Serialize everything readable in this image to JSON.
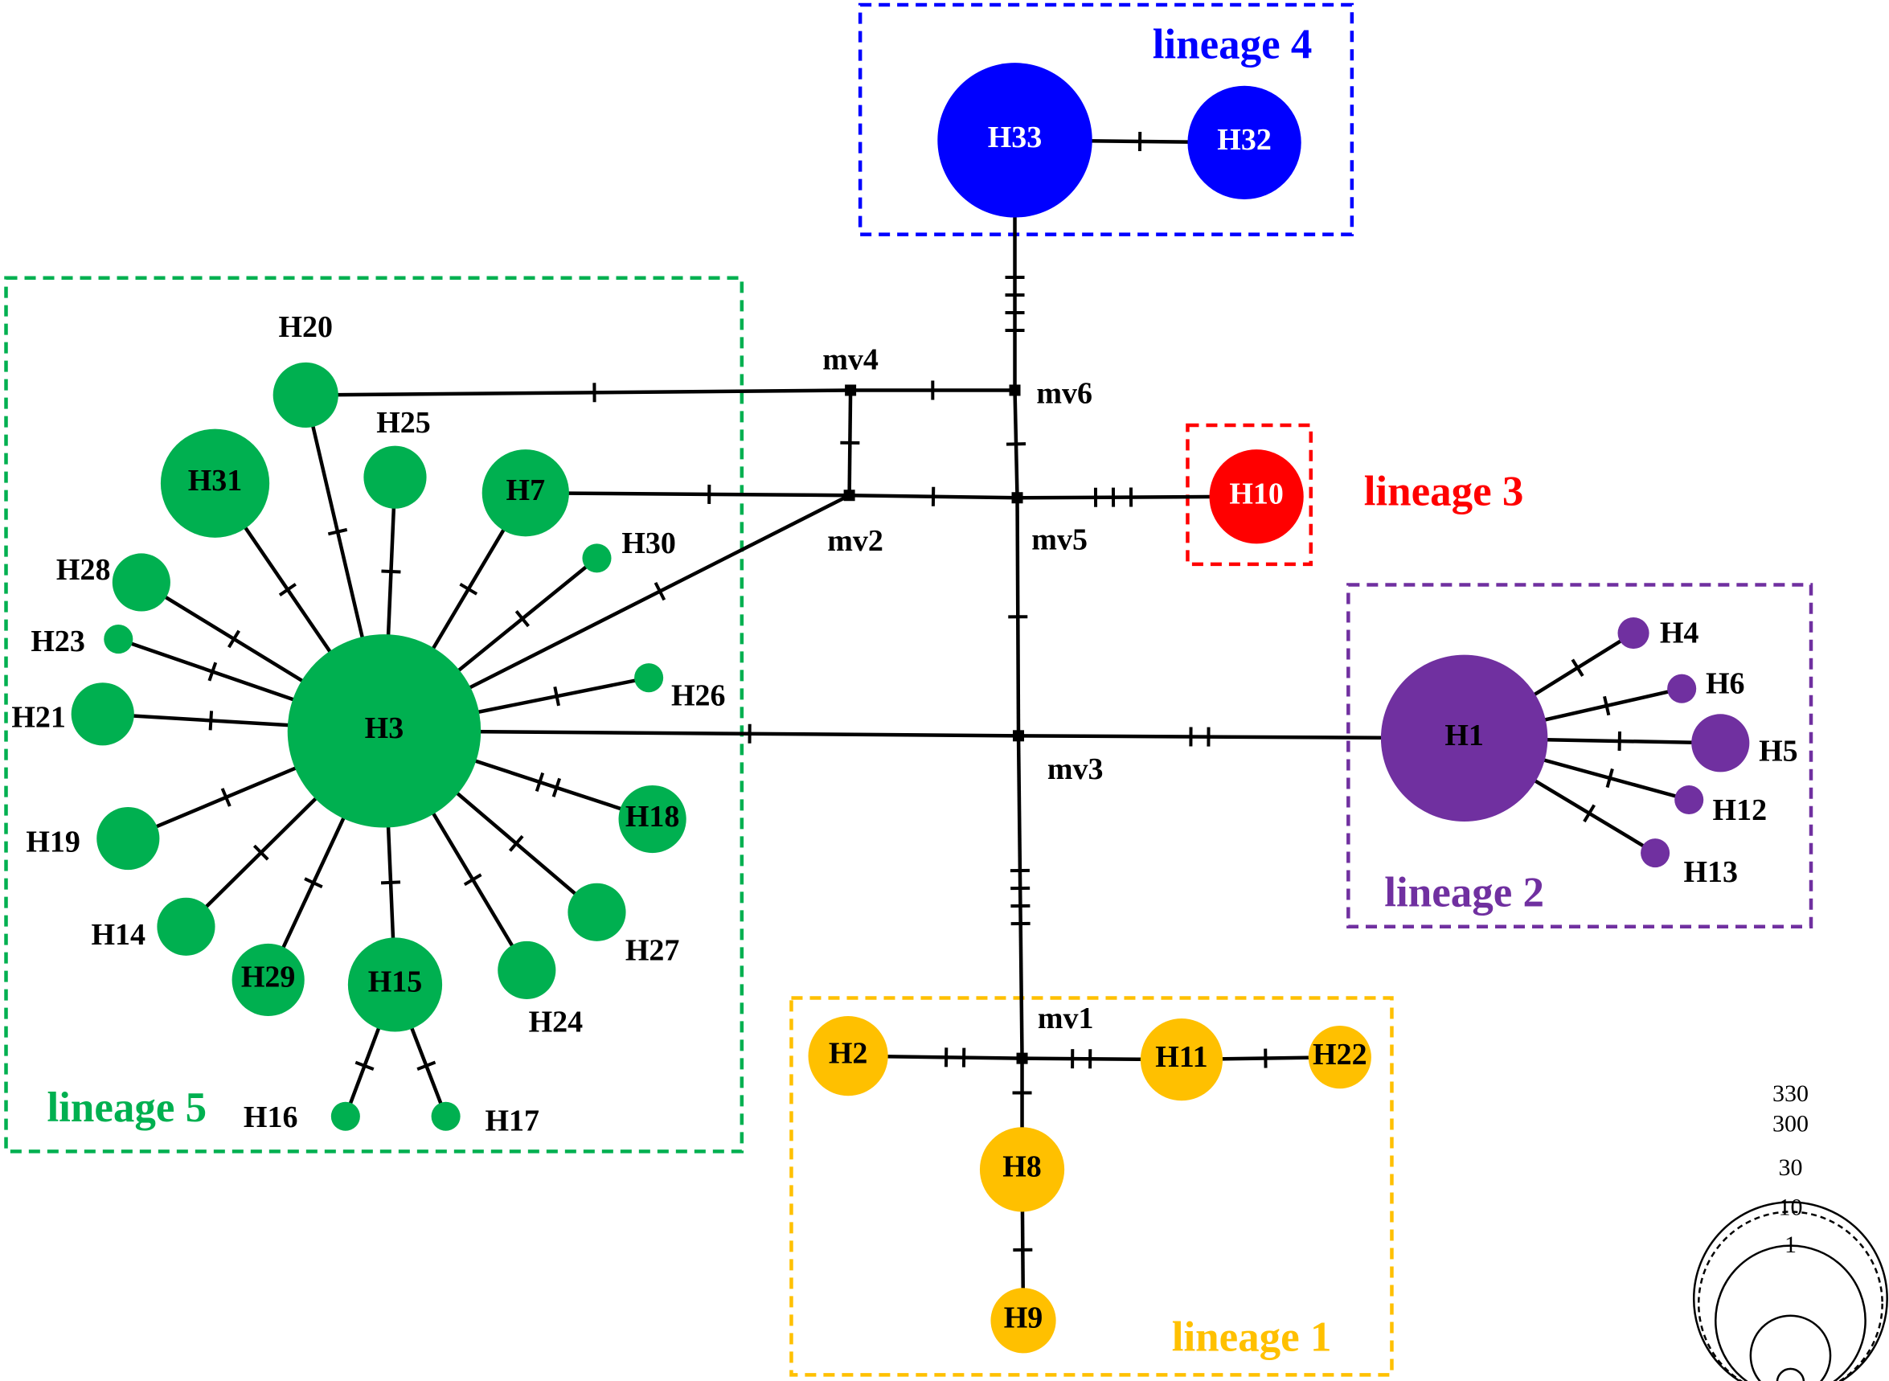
{
  "colors": {
    "lineage1": "#FFC000",
    "lineage2": "#7030A0",
    "lineage3": "#FF0000",
    "lineage4": "#0000FF",
    "lineage5": "#00B050",
    "edge": "#000000"
  },
  "lineages": [
    {
      "id": "lineage1",
      "label": "lineage 1"
    },
    {
      "id": "lineage2",
      "label": "lineage 2"
    },
    {
      "id": "lineage3",
      "label": "lineage 3"
    },
    {
      "id": "lineage4",
      "label": "lineage 4"
    },
    {
      "id": "lineage5",
      "label": "lineage 5"
    }
  ],
  "haplotypes": [
    {
      "id": "H1",
      "label": "H1",
      "lineage": "lineage2"
    },
    {
      "id": "H2",
      "label": "H2",
      "lineage": "lineage1"
    },
    {
      "id": "H3",
      "label": "H3",
      "lineage": "lineage5"
    },
    {
      "id": "H4",
      "label": "H4",
      "lineage": "lineage2"
    },
    {
      "id": "H5",
      "label": "H5",
      "lineage": "lineage2"
    },
    {
      "id": "H6",
      "label": "H6",
      "lineage": "lineage2"
    },
    {
      "id": "H7",
      "label": "H7",
      "lineage": "lineage5"
    },
    {
      "id": "H8",
      "label": "H8",
      "lineage": "lineage1"
    },
    {
      "id": "H9",
      "label": "H9",
      "lineage": "lineage1"
    },
    {
      "id": "H10",
      "label": "H10",
      "lineage": "lineage3"
    },
    {
      "id": "H11",
      "label": "H11",
      "lineage": "lineage1"
    },
    {
      "id": "H12",
      "label": "H12",
      "lineage": "lineage2"
    },
    {
      "id": "H13",
      "label": "H13",
      "lineage": "lineage2"
    },
    {
      "id": "H14",
      "label": "H14",
      "lineage": "lineage5"
    },
    {
      "id": "H15",
      "label": "H15",
      "lineage": "lineage5"
    },
    {
      "id": "H16",
      "label": "H16",
      "lineage": "lineage5"
    },
    {
      "id": "H17",
      "label": "H17",
      "lineage": "lineage5"
    },
    {
      "id": "H18",
      "label": "H18",
      "lineage": "lineage5"
    },
    {
      "id": "H19",
      "label": "H19",
      "lineage": "lineage5"
    },
    {
      "id": "H20",
      "label": "H20",
      "lineage": "lineage5"
    },
    {
      "id": "H21",
      "label": "H21",
      "lineage": "lineage5"
    },
    {
      "id": "H22",
      "label": "H22",
      "lineage": "lineage1"
    },
    {
      "id": "H23",
      "label": "H23",
      "lineage": "lineage5"
    },
    {
      "id": "H24",
      "label": "H24",
      "lineage": "lineage5"
    },
    {
      "id": "H25",
      "label": "H25",
      "lineage": "lineage5"
    },
    {
      "id": "H26",
      "label": "H26",
      "lineage": "lineage5"
    },
    {
      "id": "H27",
      "label": "H27",
      "lineage": "lineage5"
    },
    {
      "id": "H28",
      "label": "H28",
      "lineage": "lineage5"
    },
    {
      "id": "H29",
      "label": "H29",
      "lineage": "lineage5"
    },
    {
      "id": "H30",
      "label": "H30",
      "lineage": "lineage5"
    },
    {
      "id": "H31",
      "label": "H31",
      "lineage": "lineage5"
    },
    {
      "id": "H32",
      "label": "H32",
      "lineage": "lineage4"
    },
    {
      "id": "H33",
      "label": "H33",
      "lineage": "lineage4"
    }
  ],
  "median_vectors": [
    {
      "id": "mv1",
      "label": "mv1"
    },
    {
      "id": "mv2",
      "label": "mv2"
    },
    {
      "id": "mv3",
      "label": "mv3"
    },
    {
      "id": "mv4",
      "label": "mv4"
    },
    {
      "id": "mv5",
      "label": "mv5"
    },
    {
      "id": "mv6",
      "label": "mv6"
    }
  ],
  "edges": [
    {
      "from": "H33",
      "to": "H32",
      "mutations": 1
    },
    {
      "from": "H33",
      "to": "mv6",
      "mutations": 4
    },
    {
      "from": "H20",
      "to": "mv4",
      "mutations": 1
    },
    {
      "from": "mv4",
      "to": "mv6",
      "mutations": 1
    },
    {
      "from": "mv4",
      "to": "mv2",
      "mutations": 1
    },
    {
      "from": "mv6",
      "to": "mv5",
      "mutations": 1
    },
    {
      "from": "H7",
      "to": "mv2",
      "mutations": 1
    },
    {
      "from": "mv2",
      "to": "mv5",
      "mutations": 1
    },
    {
      "from": "mv5",
      "to": "H10",
      "mutations": 3
    },
    {
      "from": "H3",
      "to": "mv2",
      "mutations": 1
    },
    {
      "from": "mv5",
      "to": "mv3",
      "mutations": 1
    },
    {
      "from": "H3",
      "to": "mv3",
      "mutations": 1
    },
    {
      "from": "mv3",
      "to": "H1",
      "mutations": 2
    },
    {
      "from": "mv3",
      "to": "mv1",
      "mutations": 4
    },
    {
      "from": "H2",
      "to": "mv1",
      "mutations": 2
    },
    {
      "from": "mv1",
      "to": "H11",
      "mutations": 2
    },
    {
      "from": "H11",
      "to": "H22",
      "mutations": 1
    },
    {
      "from": "mv1",
      "to": "H8",
      "mutations": 1
    },
    {
      "from": "H8",
      "to": "H9",
      "mutations": 1
    },
    {
      "from": "H1",
      "to": "H4",
      "mutations": 1
    },
    {
      "from": "H1",
      "to": "H6",
      "mutations": 1
    },
    {
      "from": "H1",
      "to": "H5",
      "mutations": 1
    },
    {
      "from": "H1",
      "to": "H12",
      "mutations": 1
    },
    {
      "from": "H1",
      "to": "H13",
      "mutations": 1
    },
    {
      "from": "H3",
      "to": "H20",
      "mutations": 1
    },
    {
      "from": "H3",
      "to": "H25",
      "mutations": 1
    },
    {
      "from": "H3",
      "to": "H31",
      "mutations": 1
    },
    {
      "from": "H3",
      "to": "H7",
      "mutations": 1
    },
    {
      "from": "H3",
      "to": "H30",
      "mutations": 1
    },
    {
      "from": "H3",
      "to": "H28",
      "mutations": 1
    },
    {
      "from": "H3",
      "to": "H23",
      "mutations": 1
    },
    {
      "from": "H3",
      "to": "H21",
      "mutations": 1
    },
    {
      "from": "H3",
      "to": "H26",
      "mutations": 1
    },
    {
      "from": "H3",
      "to": "H19",
      "mutations": 1
    },
    {
      "from": "H3",
      "to": "H18",
      "mutations": 2
    },
    {
      "from": "H3",
      "to": "H14",
      "mutations": 1
    },
    {
      "from": "H3",
      "to": "H29",
      "mutations": 1
    },
    {
      "from": "H3",
      "to": "H15",
      "mutations": 1
    },
    {
      "from": "H3",
      "to": "H24",
      "mutations": 1
    },
    {
      "from": "H3",
      "to": "H27",
      "mutations": 1
    },
    {
      "from": "H15",
      "to": "H16",
      "mutations": 1
    },
    {
      "from": "H15",
      "to": "H17",
      "mutations": 1
    }
  ],
  "size_legend": [
    "330",
    "300",
    "30",
    "10",
    "1"
  ]
}
